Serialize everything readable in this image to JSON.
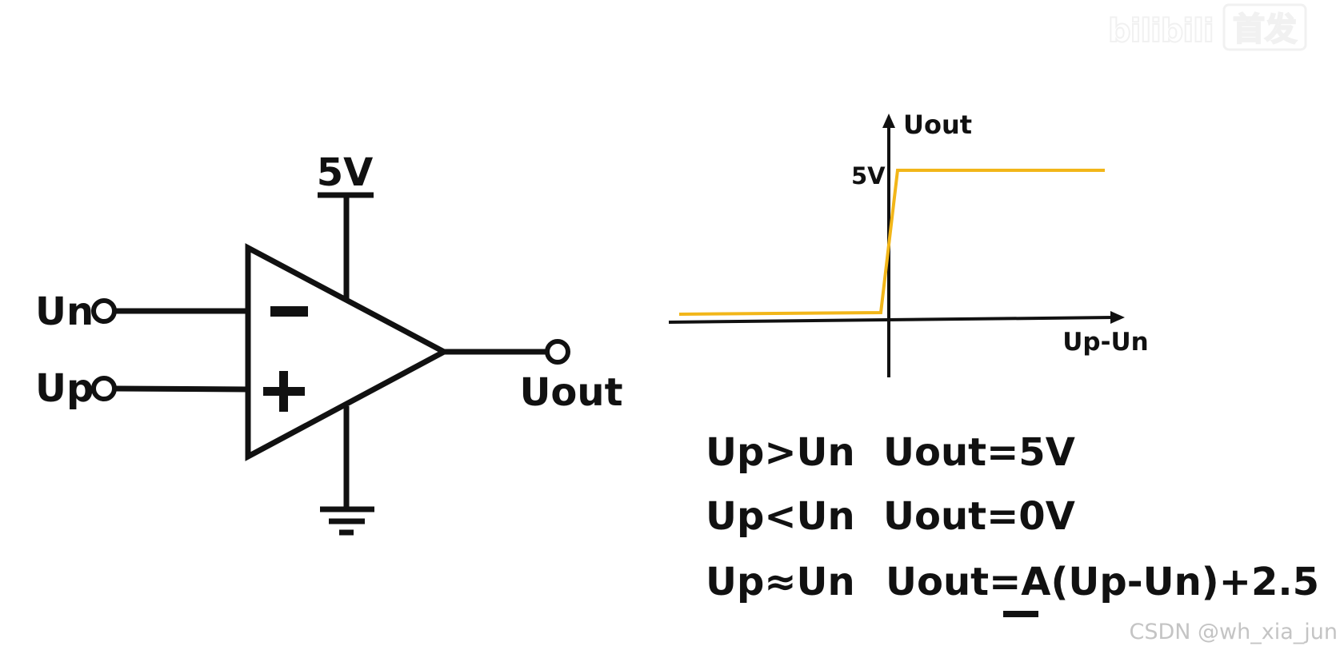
{
  "watermark": {
    "logo": "bilibili",
    "text": "首发"
  },
  "op_amp": {
    "supply_label": "5V",
    "inverting_input_label": "Un",
    "non_inverting_input_label": "Up",
    "output_label": "Uout",
    "minus_symbol": "−",
    "plus_symbol": "+"
  },
  "transfer_graph": {
    "y_axis_label": "Uout",
    "x_axis_label": "Up-Un",
    "level_label": "5V",
    "curve_color": "#F2B619",
    "level_label_color": "#4A78C2"
  },
  "rules": [
    {
      "condition": "Up>Un",
      "result": "Uout=5V"
    },
    {
      "condition": "Up<Un",
      "result": "Uout=0V"
    },
    {
      "condition": "Up≈Un",
      "result_prefix": "Uout=",
      "result_gain": "A",
      "result_suffix": "(Up-Un)+2.5"
    }
  ],
  "credit": "CSDN @wh_xia_jun"
}
